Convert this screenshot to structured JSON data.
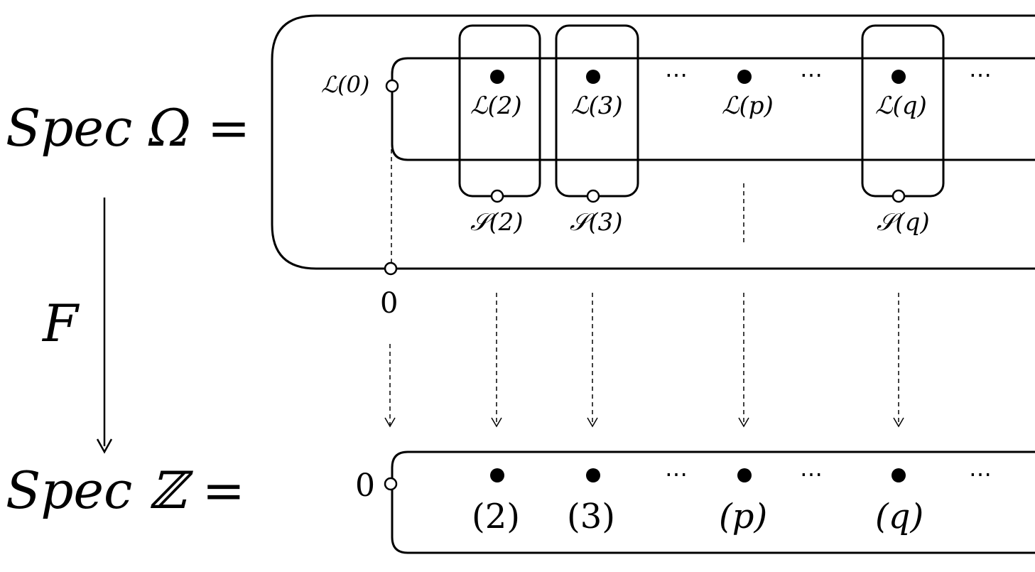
{
  "left_labels": {
    "spec_omega": "Spec Ω =",
    "map": "F",
    "spec_z": "Spec ℤ ="
  },
  "omega": {
    "generic_point": "ℒ(0)",
    "special_points": [
      "ℒ(2)",
      "ℒ(3)",
      "ℒ(p)",
      "ℒ(q)"
    ],
    "closed_points": [
      "𝒮(2)",
      "𝒮(3)",
      "𝒮(q)"
    ],
    "zero_label": "0",
    "ellipsis": "⋯"
  },
  "z": {
    "generic_point": "0",
    "points": [
      "(2)",
      "(3)",
      "(p)",
      "(q)"
    ],
    "ellipsis": "⋯"
  }
}
